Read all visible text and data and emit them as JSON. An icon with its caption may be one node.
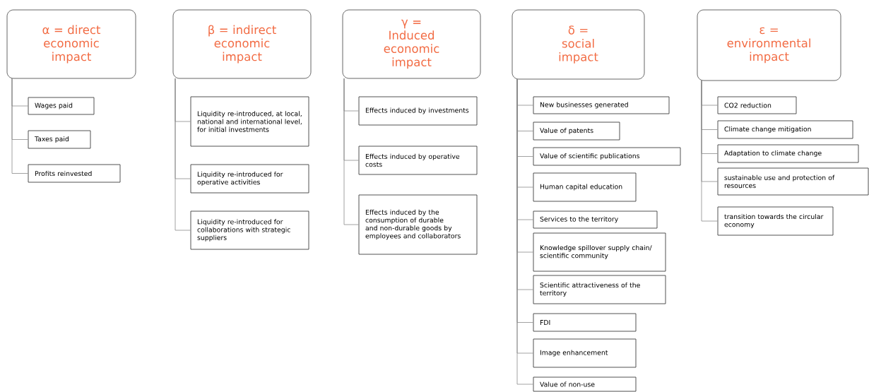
{
  "diagram": {
    "nodes": [
      {
        "text": [
          "α = direct economic impact"
        ]
      },
      {
        "text": [
          "Wages paid"
        ]
      },
      {
        "text": [
          "Taxes paid"
        ]
      },
      {
        "text": [
          "Profits reinvested"
        ]
      },
      {
        "text": [
          "β = indirect economic impact"
        ]
      },
      {
        "text": [
          "Liquidity re-introduced, at local, national and international level, for initial investments"
        ]
      },
      {
        "text": [
          "Liquidity re-introduced for operative activities"
        ]
      },
      {
        "text": [
          "Liquidity re-introduced for collaborations with strategic suppliers"
        ]
      },
      {
        "text": [
          "γ = Induced economic impact"
        ]
      },
      {
        "text": [
          "Effects induced by investments"
        ]
      },
      {
        "text": [
          "Effects induced by operative costs"
        ]
      },
      {
        "text": [
          "Effects induced by the consumption of durable and non-durable goods by employees and collaborators"
        ]
      },
      {
        "text": [
          "δ = social impact"
        ]
      },
      {
        "text": [
          "New businesses generated"
        ]
      },
      {
        "text": [
          "Value of patents"
        ]
      },
      {
        "text": [
          "Value of scientific publications"
        ]
      },
      {
        "text": [
          "Human capital education"
        ]
      },
      {
        "text": [
          "Services to the territory"
        ]
      },
      {
        "text": [
          "Knowledge spillover supply chain/ scientific community"
        ]
      },
      {
        "text": [
          "Scientific attractiveness of the territory"
        ]
      },
      {
        "text": [
          "FDI"
        ]
      },
      {
        "text": [
          "Image enhancement"
        ]
      },
      {
        "text": [
          "Value of non-use"
        ]
      },
      {
        "text": [
          "ε = environmental impact"
        ]
      },
      {
        "text": [
          "CO2 reduction"
        ]
      },
      {
        "text": [
          "Climate change mitigation"
        ]
      },
      {
        "text": [
          "Adaptation to climate change"
        ]
      },
      {
        "text": [
          "sustainable use and protection of resources"
        ]
      },
      {
        "text": [
          "transition towards the circular economy"
        ]
      }
    ],
    "edges": [
      {
        "from": 0,
        "to": 1,
        "arrow": "none"
      },
      {
        "from": 0,
        "to": 2,
        "arrow": "none"
      },
      {
        "from": 0,
        "to": 3,
        "arrow": "none"
      },
      {
        "from": 4,
        "to": 5,
        "arrow": "none"
      },
      {
        "from": 4,
        "to": 6,
        "arrow": "none"
      },
      {
        "from": 4,
        "to": 7,
        "arrow": "none"
      },
      {
        "from": 8,
        "to": 9,
        "arrow": "none"
      },
      {
        "from": 8,
        "to": 10,
        "arrow": "none"
      },
      {
        "from": 8,
        "to": 11,
        "arrow": "none"
      },
      {
        "from": 12,
        "to": 13,
        "arrow": "none"
      },
      {
        "from": 12,
        "to": 14,
        "arrow": "none"
      },
      {
        "from": 12,
        "to": 15,
        "arrow": "none"
      },
      {
        "from": 12,
        "to": 16,
        "arrow": "none"
      },
      {
        "from": 12,
        "to": 17,
        "arrow": "none"
      },
      {
        "from": 12,
        "to": 18,
        "arrow": "none"
      },
      {
        "from": 12,
        "to": 19,
        "arrow": "none"
      },
      {
        "from": 12,
        "to": 20,
        "arrow": "none"
      },
      {
        "from": 12,
        "to": 21,
        "arrow": "none"
      },
      {
        "from": 12,
        "to": 22,
        "arrow": "none"
      },
      {
        "from": 23,
        "to": 24,
        "arrow": "none"
      },
      {
        "from": 23,
        "to": 25,
        "arrow": "none"
      },
      {
        "from": 23,
        "to": 26,
        "arrow": "none"
      },
      {
        "from": 23,
        "to": 27,
        "arrow": "none"
      },
      {
        "from": 23,
        "to": 28,
        "arrow": "none"
      }
    ]
  }
}
